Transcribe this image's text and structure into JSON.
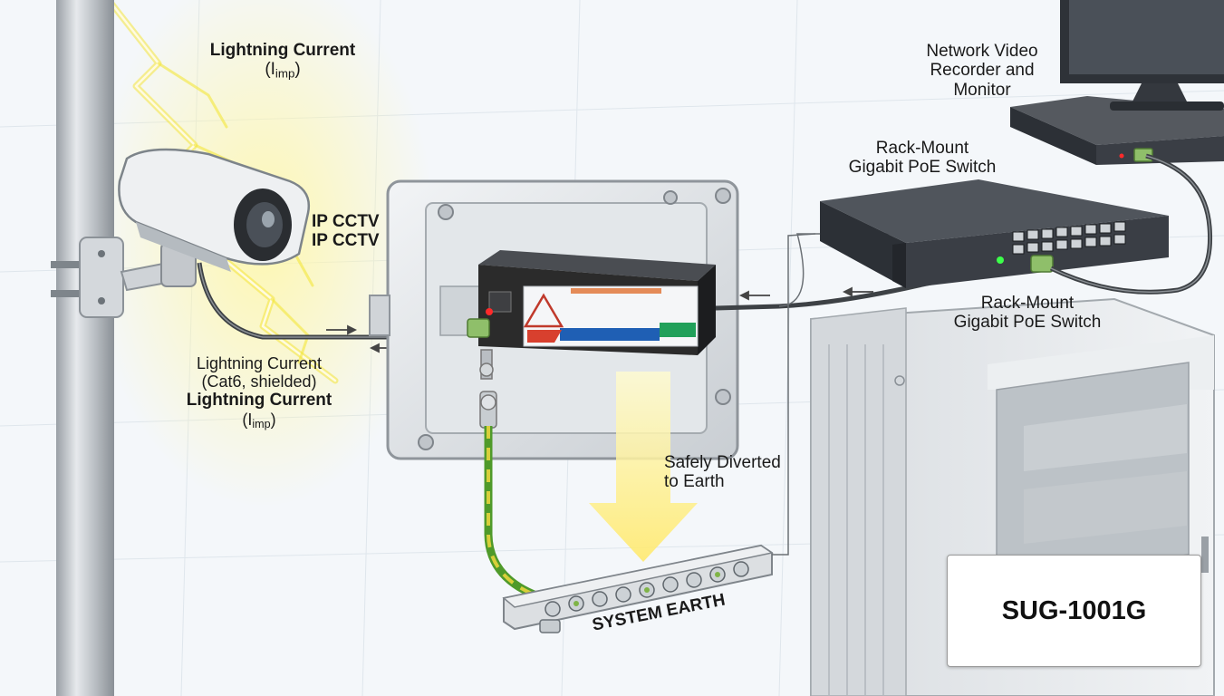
{
  "labels": {
    "lightning_top_line1": "Lightning Current",
    "lightning_top_line2_main": "(I",
    "lightning_top_line2_sub": "imp",
    "lightning_top_line2_end": ")",
    "ip_cctv_1": "IP CCTV",
    "ip_cctv_2": "IP CCTV",
    "cable_line1": "Lightning Current",
    "cable_line2": "(Cat6, shielded)",
    "cable_line3": "Lightning Current",
    "cable_line4_main": "(I",
    "cable_line4_sub": "imp",
    "cable_line4_end": ")",
    "nvr_line1": "Network Video",
    "nvr_line2": "Recorder and",
    "nvr_line3": "Monitor",
    "switch_top_line1": "Rack-Mount",
    "switch_top_line2": "Gigabit PoE Switch",
    "switch_mid_line1": "Rack-Mount",
    "switch_mid_line2": "Gigabit PoE Switch",
    "diverted_line1": "Safely Diverted",
    "diverted_line2": "to Earth",
    "system_earth": "SYSTEM EARTH",
    "model": "SUG-1001G"
  },
  "colors": {
    "lightning": "#f2e230",
    "earth_wire_green": "#4f9a2a",
    "earth_wire_yellow": "#d8cf3a",
    "device_body": "#2b2b2b",
    "switch_body": "#3a3e45",
    "led_green": "#3cff4a",
    "led_red": "#ff2a2a"
  },
  "icons": [
    "pole",
    "lightning-bolt",
    "ip-camera",
    "junction-box",
    "surge-protector",
    "poe-switch",
    "nvr",
    "monitor",
    "server-rack",
    "earth-bar",
    "down-arrow"
  ]
}
